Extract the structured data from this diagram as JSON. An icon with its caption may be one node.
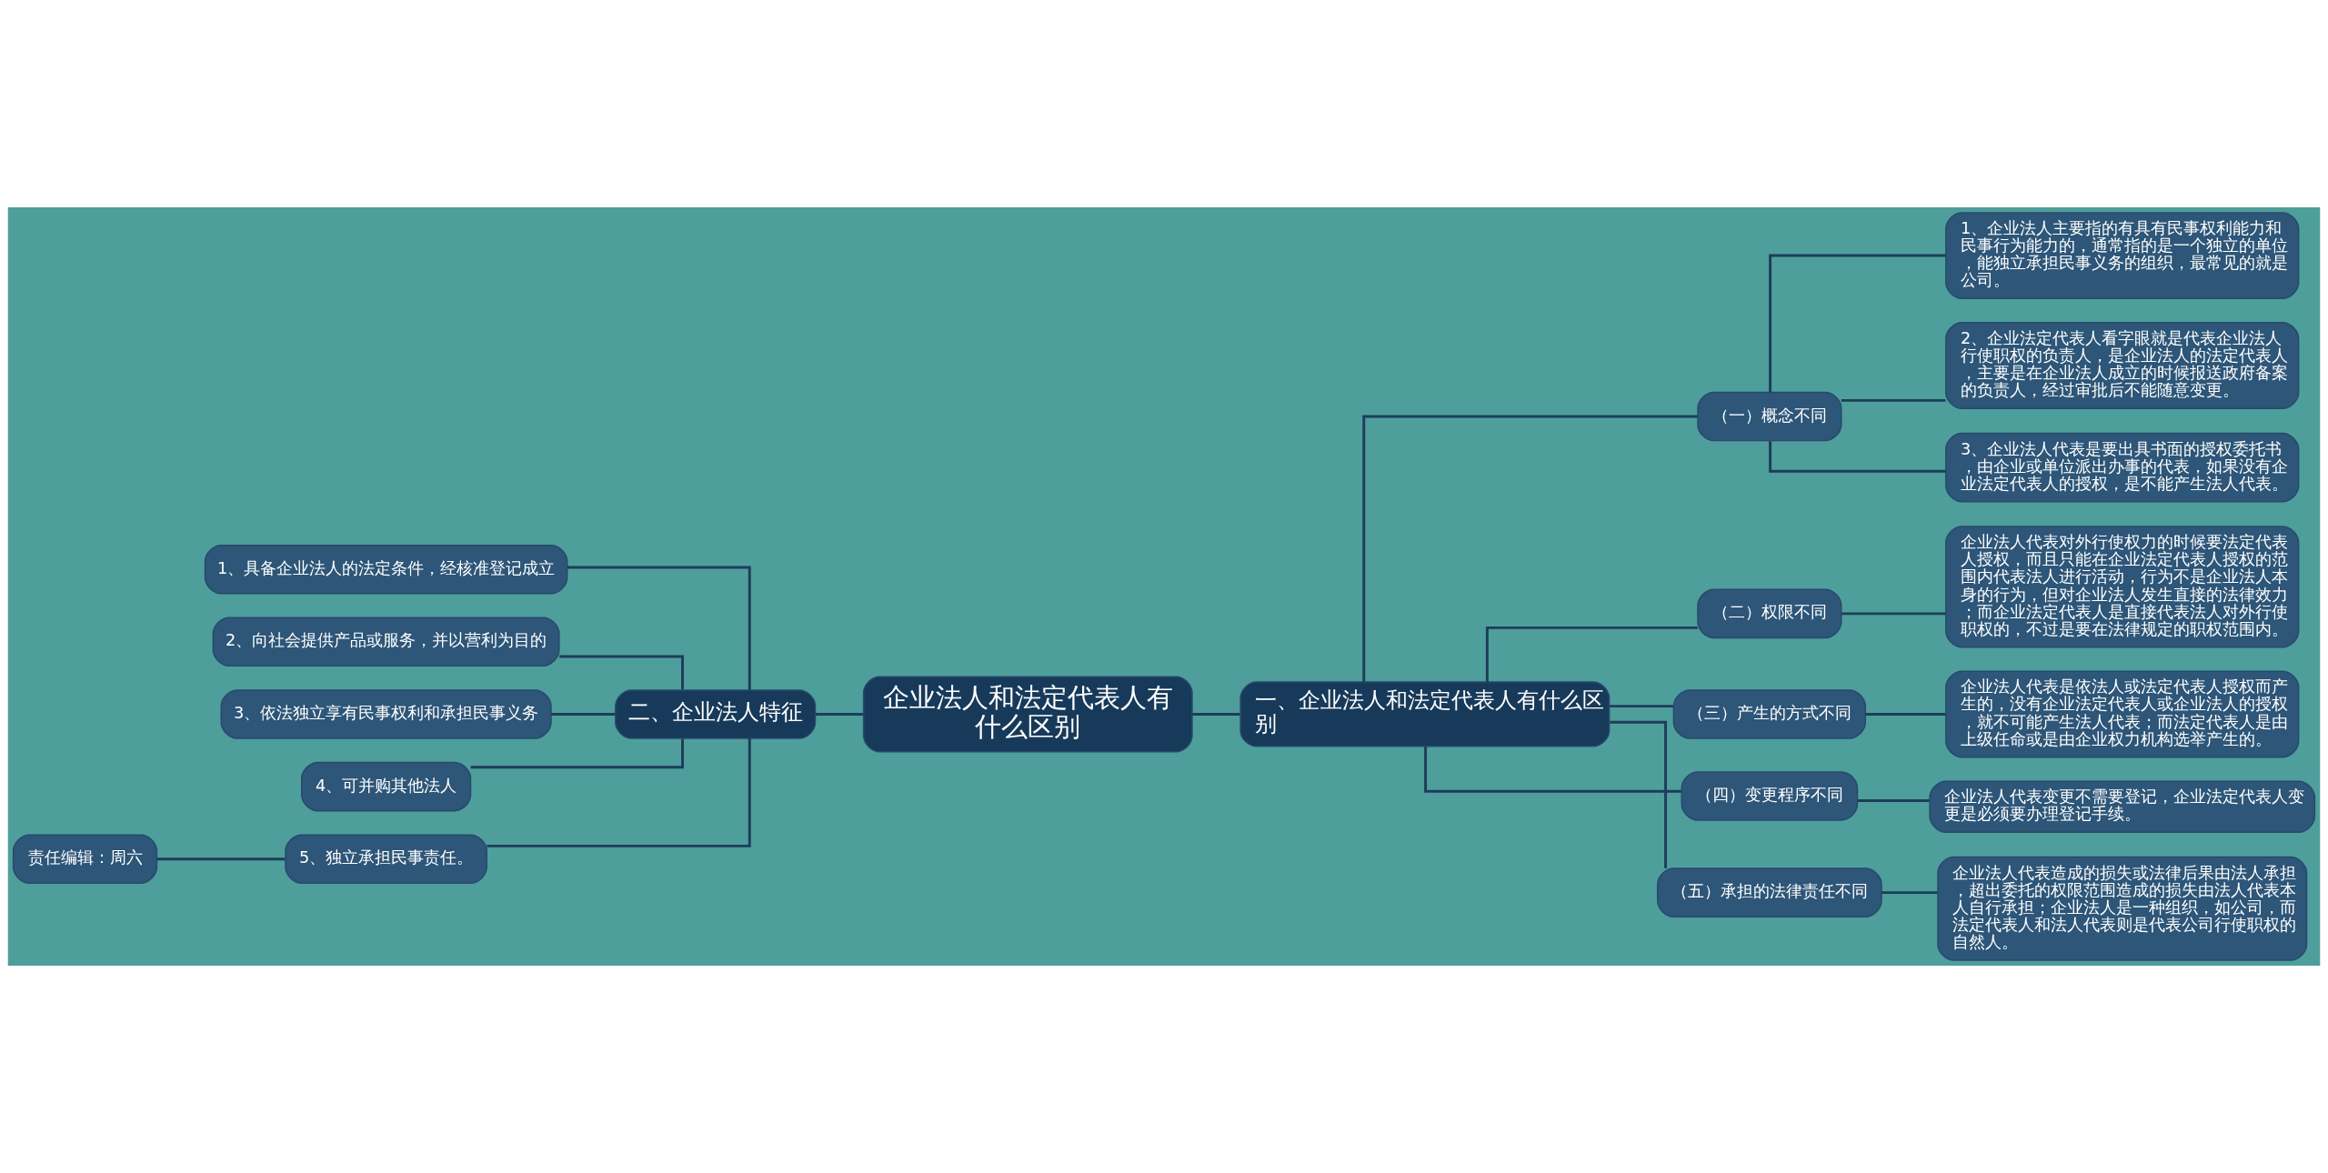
{
  "diagram": {
    "nodes": [
      {
        "text": [
          "企业法人和法定代表人有什么区别"
        ]
      },
      {
        "text": [
          "一、企业法人和法定代表人有什么区别"
        ]
      },
      {
        "text": [
          "（一）概念不同"
        ]
      },
      {
        "text": [
          "1、企业法人主要指的有具有民事权利能力和民事行为能力的，通常指的是一个独立的单位，能独立承担民事义务的组织，最常见的就是公司。"
        ]
      },
      {
        "text": [
          "2、企业法定代表人看字眼就是代表企业法人行使职权的负责人，是企业法人的法定代表人，主要是在企业法人成立的时候报送政府备案的负责人，经过审批后不能随意变更。"
        ]
      },
      {
        "text": [
          "3、企业法人代表是要出具书面的授权委托书，由企业或单位派出办事的代表，如果没有企业法定代表人的授权，是不能产生法人代表。"
        ]
      },
      {
        "text": [
          "（二）权限不同"
        ]
      },
      {
        "text": [
          "企业法人代表对外行使权力的时候要法定代表人授权，而且只能在企业法定代表人授权的范围内代表法人进行活动，行为不是企业法人本身的行为，但对企业法人发生直接的法律效力；而企业法定代表人是直接代表法人对外行使职权的，不过是要在法律规定的职权范围内。"
        ]
      },
      {
        "text": [
          "（三）产生的方式不同"
        ]
      },
      {
        "text": [
          "企业法人代表是依法人或法定代表人授权而产生的，没有企业法定代表人或企业法人的授权，就不可能产生法人代表；而法定代表人是由上级任命或是由企业权力机构选举产生的。"
        ]
      },
      {
        "text": [
          "（四）变更程序不同"
        ]
      },
      {
        "text": [
          "企业法人代表变更不需要登记，企业法定代表人变更是必须要办理登记手续。"
        ]
      },
      {
        "text": [
          "（五）承担的法律责任不同"
        ]
      },
      {
        "text": [
          "企业法人代表造成的损失或法律后果由法人承担，超出委托的权限范围造成的损失由法人代表本人自行承担；企业法人是一种组织，如公司，而法定代表人和法人代表则是代表公司行使职权的自然人。"
        ]
      },
      {
        "text": [
          "二、企业法人特征"
        ]
      },
      {
        "text": [
          "1、具备企业法人的法定条件，经核准登记成立"
        ]
      },
      {
        "text": [
          "2、向社会提供产品或服务，并以营利为目的"
        ]
      },
      {
        "text": [
          "3、依法独立享有民事权利和承担民事义务"
        ]
      },
      {
        "text": [
          "4、可并购其他法人"
        ]
      },
      {
        "text": [
          "5、独立承担民事责任。"
        ]
      },
      {
        "text": [
          "责任编辑：周六"
        ]
      }
    ],
    "edges": [
      {
        "from": 0,
        "to": 1,
        "arrow": "none"
      },
      {
        "from": 1,
        "to": 2,
        "arrow": "none"
      },
      {
        "from": 2,
        "to": 3,
        "arrow": "none"
      },
      {
        "from": 2,
        "to": 4,
        "arrow": "none"
      },
      {
        "from": 2,
        "to": 5,
        "arrow": "none"
      },
      {
        "from": 1,
        "to": 6,
        "arrow": "none"
      },
      {
        "from": 6,
        "to": 7,
        "arrow": "none"
      },
      {
        "from": 1,
        "to": 8,
        "arrow": "none"
      },
      {
        "from": 8,
        "to": 9,
        "arrow": "none"
      },
      {
        "from": 1,
        "to": 10,
        "arrow": "none"
      },
      {
        "from": 10,
        "to": 11,
        "arrow": "none"
      },
      {
        "from": 1,
        "to": 12,
        "arrow": "none"
      },
      {
        "from": 12,
        "to": 13,
        "arrow": "none"
      },
      {
        "from": 0,
        "to": 14,
        "arrow": "none"
      },
      {
        "from": 14,
        "to": 15,
        "arrow": "none"
      },
      {
        "from": 14,
        "to": 16,
        "arrow": "none"
      },
      {
        "from": 14,
        "to": 17,
        "arrow": "none"
      },
      {
        "from": 14,
        "to": 18,
        "arrow": "none"
      },
      {
        "from": 14,
        "to": 19,
        "arrow": "none"
      },
      {
        "from": 19,
        "to": 20,
        "arrow": "none"
      }
    ]
  }
}
